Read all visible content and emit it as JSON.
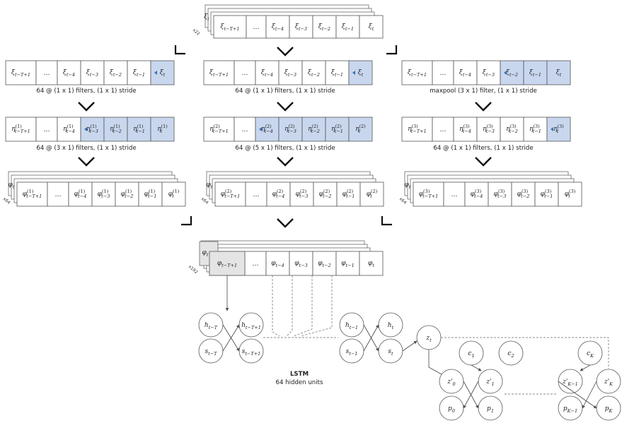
{
  "top_input": {
    "cells": [
      "ξ_{t-T+1}",
      "…",
      "ξ_{t-4}",
      "ξ_{t-3}",
      "ξ_{t-2}",
      "ξ_{t-1}",
      "ξ_t"
    ],
    "back_label": "ξ_t",
    "multiplier": "x22"
  },
  "branch1": {
    "row1": {
      "cells": [
        "ξ_{t-T+1}",
        "…",
        "ξ_{t-4}",
        "ξ_{t-3}",
        "ξ_{t-2}",
        "ξ_{t-1}",
        "ξ_t"
      ]
    },
    "caption1": "64 @ (1 x 1) filters, (1 x 1) stride",
    "row2": {
      "cells": [
        "η^{(1)}_{t-T+1}",
        "…",
        "η^{(1)}_{t-4}",
        "η^{(1)}_{t-3}",
        "η^{(1)}_{t-2}",
        "η^{(1)}_{t-1}",
        "η^{(1)}_t"
      ]
    },
    "caption2": "64 @ (3 x 1) filters, (1 x 1) stride",
    "row3": {
      "cells": [
        "φ^{(1)}_{t-T+1}",
        "…",
        "φ^{(1)}_{t-4}",
        "φ^{(1)}_{t-3}",
        "φ^{(1)}_{t-2}",
        "φ^{(1)}_{t-1}",
        "φ^{(1)}_t"
      ]
    },
    "back_label": "φ_t",
    "multiplier": "x64"
  },
  "branch2": {
    "row1": {
      "cells": [
        "ξ_{t-T+1}",
        "…",
        "ξ_{t-4}",
        "ξ_{t-3}",
        "ξ_{t-2}",
        "ξ_{t-1}",
        "ξ_t"
      ]
    },
    "caption1": "64 @ (1 x 1) filters, (1 x 1) stride",
    "row2": {
      "cells": [
        "η^{(2)}_{t-T+1}",
        "…",
        "η^{(2)}_{t-4}",
        "η^{(2)}_{t-3}",
        "η^{(2)}_{t-2}",
        "η^{(2)}_{t-1}",
        "η^{(2)}_t"
      ]
    },
    "caption2": "64 @ (5 x 1) filters, (1 x 1) stride",
    "row3": {
      "cells": [
        "φ^{(2)}_{t-T+1}",
        "…",
        "φ^{(2)}_{t-4}",
        "φ^{(2)}_{t-3}",
        "φ^{(2)}_{t-2}",
        "φ^{(2)}_{t-1}",
        "φ^{(2)}_t"
      ]
    },
    "back_label": "φ_t",
    "multiplier": "x64"
  },
  "branch3": {
    "row1": {
      "cells": [
        "ξ_{t-T+1}",
        "…",
        "ξ_{t-4}",
        "ξ_{t-3}",
        "ξ_{t-2}",
        "ξ_{t-1}",
        "ξ_t"
      ]
    },
    "caption1": "maxpool (3 x 1) filter, (1 x 1) stride",
    "row2": {
      "cells": [
        "η^{(3)}_{t-T+1}",
        "…",
        "η^{(3)}_{t-4}",
        "η^{(3)}_{t-3}",
        "η^{(3)}_{t-2}",
        "η^{(3)}_{t-1}",
        "η^{(3)}_t"
      ]
    },
    "caption2": "64 @ (1 x 1) filters, (1 x 1) stride",
    "row3": {
      "cells": [
        "φ^{(3)}_{t-T+1}",
        "…",
        "φ^{(3)}_{t-4}",
        "φ^{(3)}_{t-3}",
        "φ^{(3)}_{t-2}",
        "φ^{(3)}_{t-1}",
        "φ^{(3)}_t"
      ]
    },
    "back_label": "φ_t",
    "multiplier": "x64"
  },
  "concat": {
    "cells": [
      "φ_{t-T+1}",
      "…",
      "φ_{t-4}",
      "φ_{t-3}",
      "φ_{t-2}",
      "φ_{t-1}",
      "φ_t"
    ],
    "back_label": "φ_t",
    "multiplier": "x192"
  },
  "lstm": {
    "title": "LSTM",
    "subtitle": "64 hidden units",
    "nodes": {
      "h_a": "h_{t-T}",
      "h_b": "h_{t-T+1}",
      "s_a": "s_{t-T}",
      "s_b": "s_{t-T+1}",
      "h_c": "h_{t-1}",
      "h_d": "h_t",
      "s_c": "s_{t-1}",
      "s_d": "s_t"
    }
  },
  "output": {
    "z": "z_t",
    "c": [
      "c_1",
      "c_2",
      "c_K"
    ],
    "zp": [
      "z'_0",
      "z'_1",
      "z'_{K-1}",
      "z'_K"
    ],
    "p": [
      "p_0",
      "p_1",
      "p_{K-1}",
      "p_K"
    ]
  },
  "colors": {
    "highlight": "#c9d7ee",
    "arrow": "#3d6fb8",
    "line": "#555555",
    "shade": "#e4e4e4"
  }
}
